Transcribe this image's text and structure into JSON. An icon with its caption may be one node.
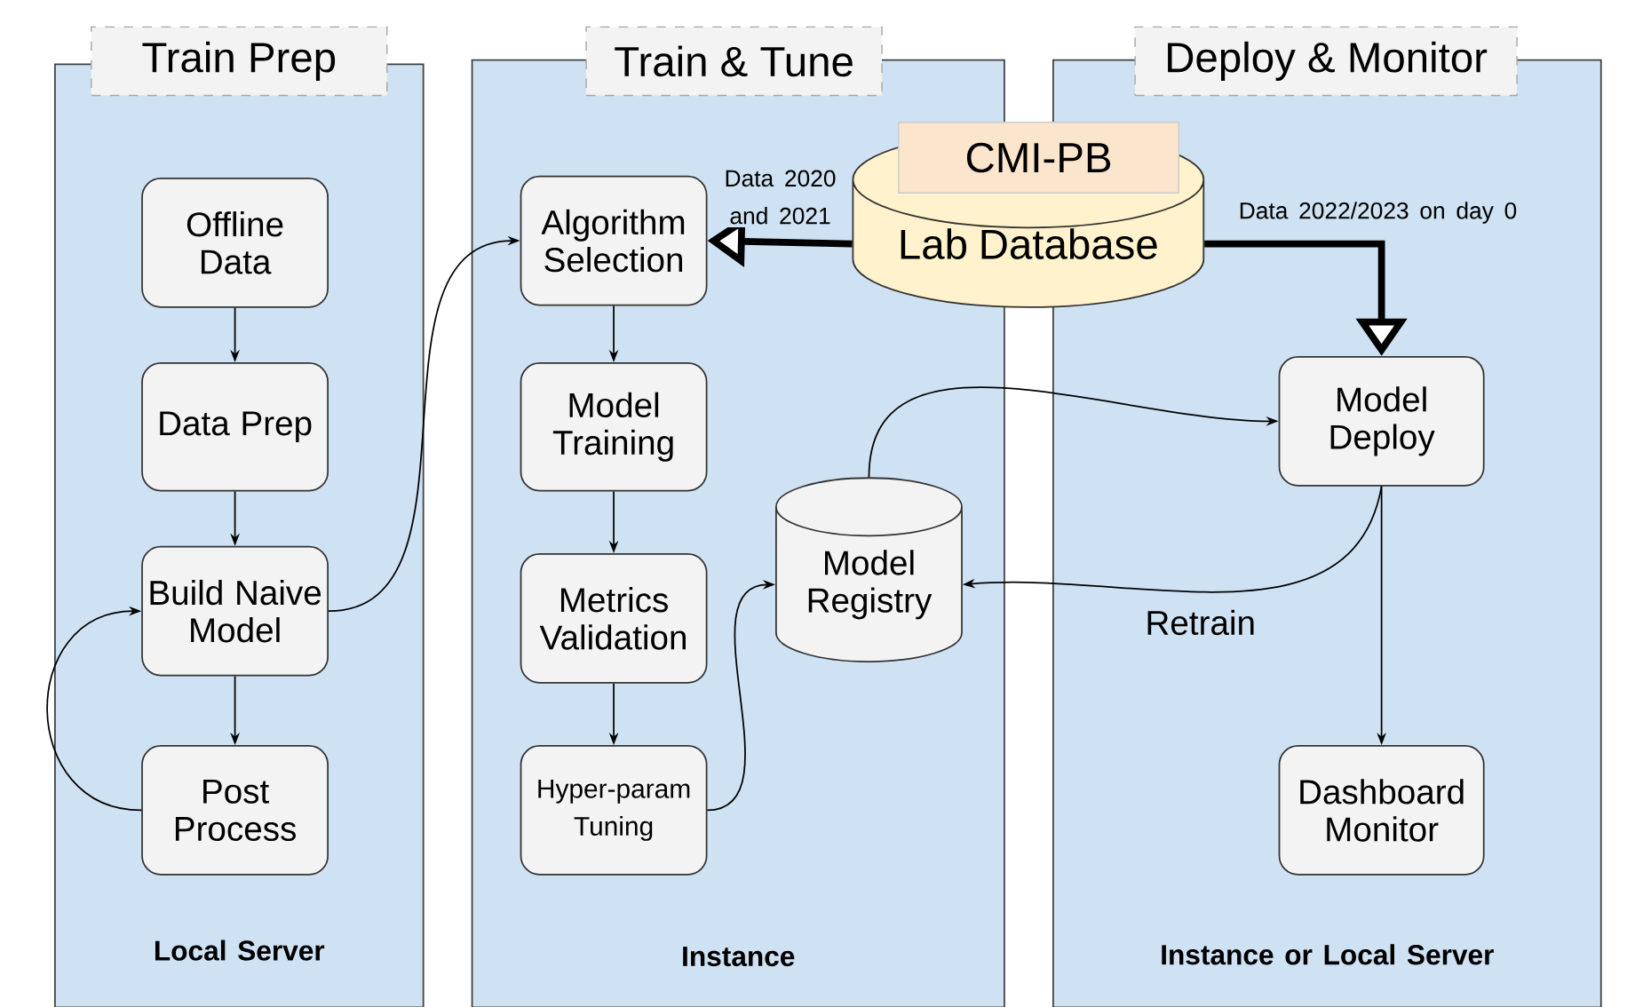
{
  "diagram": {
    "nodes": [
      {
        "text": [
          "Train Prep",
          "Local Server"
        ]
      },
      {
        "text": [
          "Train & Tune",
          "Instance"
        ]
      },
      {
        "text": [
          "Deploy & Monitor",
          "Instance or Local Server"
        ]
      },
      {
        "text": [
          "Offline Data"
        ],
        "in": 0
      },
      {
        "text": [
          "Data Prep"
        ],
        "in": 0
      },
      {
        "text": [
          "Build Naive Model"
        ],
        "in": 0
      },
      {
        "text": [
          "Post Process"
        ],
        "in": 0
      },
      {
        "text": [
          "Algorithm Selection"
        ],
        "in": 1
      },
      {
        "text": [
          "Model Training"
        ],
        "in": 1
      },
      {
        "text": [
          "Metrics Validation"
        ],
        "in": 1
      },
      {
        "text": [
          "Hyper-param Tuning"
        ],
        "in": 1
      },
      {
        "text": [
          "Model Registry"
        ],
        "in": 1
      },
      {
        "text": [
          "CMI-PB",
          "Lab Database"
        ]
      },
      {
        "text": [
          "Model Deploy"
        ],
        "in": 2
      },
      {
        "text": [
          "Dashboard Monitor"
        ],
        "in": 2
      }
    ],
    "edges": [
      {
        "from": 3,
        "to": 4,
        "arrow": "to"
      },
      {
        "from": 4,
        "to": 5,
        "arrow": "to"
      },
      {
        "from": 5,
        "to": 6,
        "arrow": "to"
      },
      {
        "from": 6,
        "to": 5,
        "arrow": "to"
      },
      {
        "from": 5,
        "to": 7,
        "arrow": "to"
      },
      {
        "from": 7,
        "to": 8,
        "arrow": "to"
      },
      {
        "from": 8,
        "to": 9,
        "arrow": "to"
      },
      {
        "from": 9,
        "to": 10,
        "arrow": "to"
      },
      {
        "from": 10,
        "to": 11,
        "arrow": "to"
      },
      {
        "from": 11,
        "to": 13,
        "arrow": "to"
      },
      {
        "from": 13,
        "to": 11,
        "arrow": "to",
        "label": "Retrain"
      },
      {
        "from": 13,
        "to": 14,
        "arrow": "to"
      },
      {
        "from": 12,
        "to": 7,
        "arrow": "to",
        "label": "Data 2020 and 2021",
        "style": "thick"
      },
      {
        "from": 12,
        "to": 13,
        "arrow": "to",
        "label": "Data 2022/2023 on day 0",
        "style": "thick"
      }
    ]
  }
}
